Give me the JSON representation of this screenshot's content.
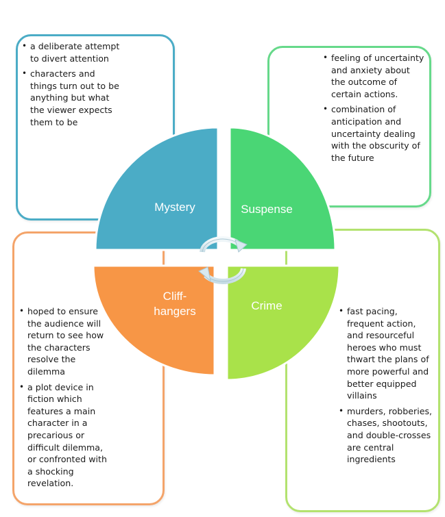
{
  "quadrants": [
    {
      "id": "mystery",
      "label": "Mystery",
      "color": "#4BACC6",
      "border": "#4BACC6",
      "bullets": [
        "a deliberate attempt to divert attention",
        "characters and things turn out to be anything but what the viewer expects them to be"
      ]
    },
    {
      "id": "suspense",
      "label": "Suspense",
      "color": "#4AD675",
      "border": "#66D98A",
      "bullets": [
        "feeling of uncertainty and anxiety about the outcome of certain actions.",
        "combination of anticipation and uncertainty dealing with the obscurity of the future"
      ]
    },
    {
      "id": "cliffhangers",
      "label_lines": [
        "Cliff-",
        "hangers"
      ],
      "color": "#F79646",
      "border": "#F4A46A",
      "bullets": [
        "hoped to ensure the audience will return to see how the characters resolve the dilemma",
        "a plot device in fiction which features a main character in a precarious or difficult dilemma, or confronted with a shocking revelation."
      ]
    },
    {
      "id": "crime",
      "label": "Crime",
      "color": "#A9E24A",
      "border": "#B3E26F",
      "bullets": [
        "fast pacing, frequent action, and resourceful heroes who must thwart the plans of more powerful and better equipped villains",
        "murders, robberies, chases, shootouts, and double-crosses are central ingredients"
      ]
    }
  ],
  "center_icon": "cycle-arrows-icon"
}
